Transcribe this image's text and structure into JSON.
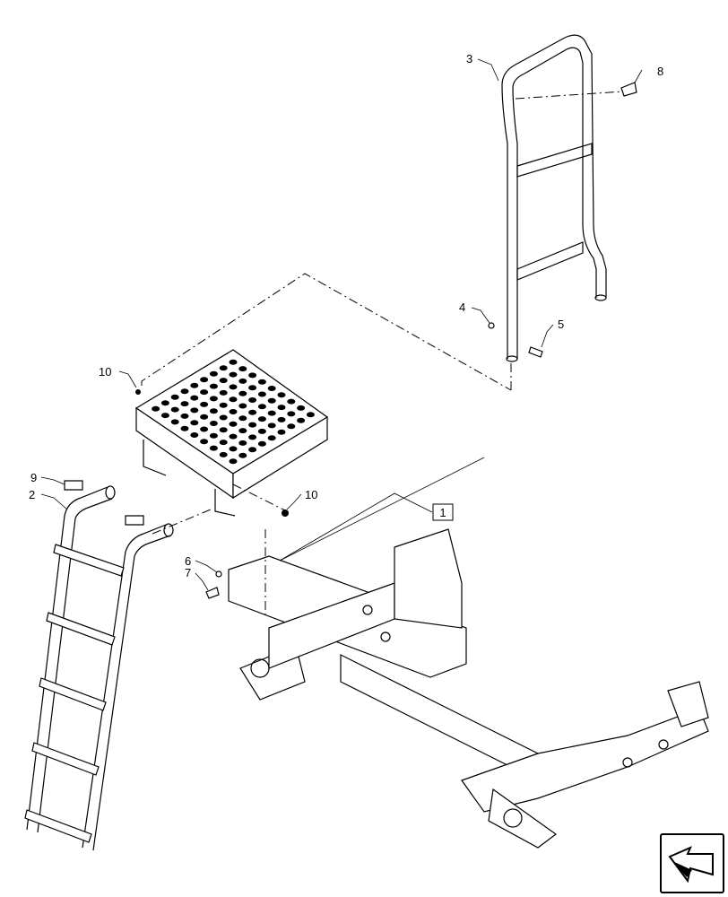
{
  "callouts": {
    "c1": "1",
    "c2": "2",
    "c3": "3",
    "c4": "4",
    "c5": "5",
    "c6": "6",
    "c7": "7",
    "c8": "8",
    "c9": "9",
    "c10a": "10",
    "c10b": "10"
  },
  "icons": {
    "corner": "arrow-orientation-icon"
  }
}
